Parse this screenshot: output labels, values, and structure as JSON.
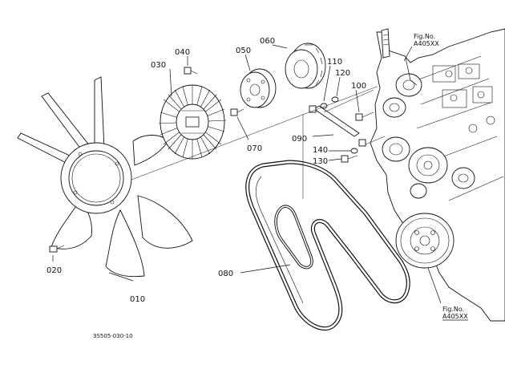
{
  "parts": [
    {
      "id": "fan",
      "number": "010"
    },
    {
      "id": "fan-bolt",
      "number": "020"
    },
    {
      "id": "fan-clutch",
      "number": "030"
    },
    {
      "id": "clutch-bolt",
      "number": "040"
    },
    {
      "id": "spacer",
      "number": "050"
    },
    {
      "id": "fan-pulley",
      "number": "060"
    },
    {
      "id": "pulley-bolt",
      "number": "070"
    },
    {
      "id": "v-belt",
      "number": "080"
    },
    {
      "id": "tension-pin",
      "number": "090"
    },
    {
      "id": "tensioner-bolt",
      "number": "100"
    },
    {
      "id": "washer-upper",
      "number": "110"
    },
    {
      "id": "nut-upper",
      "number": "120"
    },
    {
      "id": "lower-bolt",
      "number": "130"
    },
    {
      "id": "lower-washer",
      "number": "140"
    }
  ],
  "references": [
    {
      "id": "ref-top",
      "line1": "Fig.No.",
      "line2": "A405XX"
    },
    {
      "id": "ref-bottom",
      "line1": "Fig.No.",
      "line2": "A405XX"
    }
  ],
  "footer": {
    "drawing_code": "3S505-030-10"
  }
}
